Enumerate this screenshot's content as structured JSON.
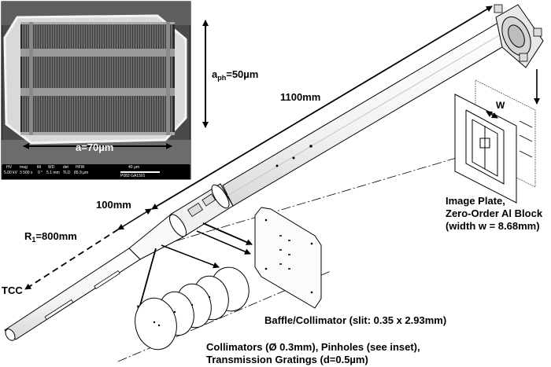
{
  "labels": {
    "aph_prefix": "a",
    "aph_sub": "ph",
    "aph_suffix": "=50µm",
    "a_width": "a=70µm",
    "length_1100": "1100mm",
    "length_100": "100mm",
    "r1_prefix": "R",
    "r1_sub": "1",
    "r1_suffix": "=800mm",
    "tcc": "TCC",
    "w_label": "W",
    "image_plate_line1": "Image Plate,",
    "image_plate_line2": "Zero-Order Al Block",
    "image_plate_line3": "(width w = 8.68mm)",
    "baffle": "Baffle/Collimator (slit: 0.35 x 2.93mm)",
    "collimators_line1": "Collimators (Ø 0.3mm), Pinholes (see inset),",
    "collimators_line2": "Transmission Gratings (d=0.5µm)"
  },
  "sem_bar": {
    "hv": "HV",
    "hv_val": "5.00 kV",
    "mag": "mag",
    "mag_val": "3 500 x",
    "tilt": "tilt",
    "tilt_val": "0 °",
    "wd": "WD",
    "wd_val": "5.1 mm",
    "det": "det",
    "det_val": "TLD",
    "hfw": "HFW",
    "hfw_val": "85.9 µm",
    "scale": "40 µm",
    "id": "P083 GA1501"
  }
}
